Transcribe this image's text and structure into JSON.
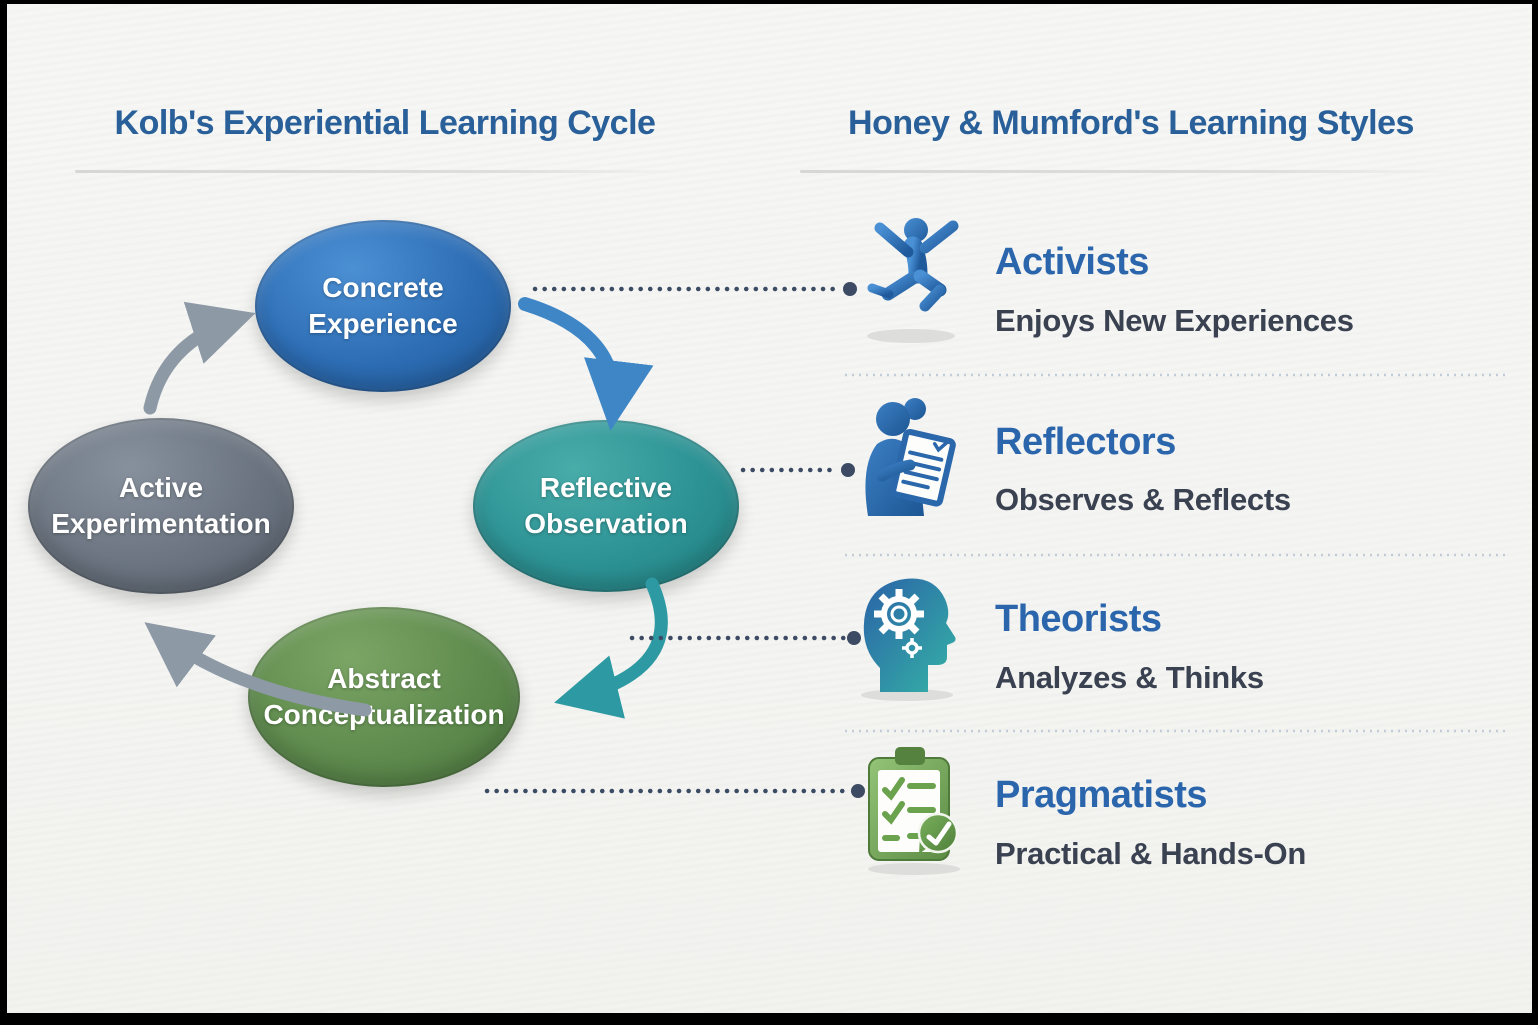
{
  "left_panel": {
    "title": "Kolb's Experiential Learning Cycle",
    "nodes": [
      {
        "id": "concrete-experience",
        "label": "Concrete\nExperience",
        "color": "#2d6db4"
      },
      {
        "id": "reflective-observation",
        "label": "Reflective\nObservation",
        "color": "#2d9294"
      },
      {
        "id": "abstract-conceptualization",
        "label": "Abstract\nConceptualization",
        "color": "#5f8b4e"
      },
      {
        "id": "active-experimentation",
        "label": "Active\nExperimentation",
        "color": "#6b7480"
      }
    ]
  },
  "right_panel": {
    "title": "Honey & Mumford's Learning Styles",
    "styles": [
      {
        "name": "Activists",
        "description": "Enjoys New Experiences",
        "icon": "jumping-person-icon",
        "icon_color": "#2e6cb2"
      },
      {
        "name": "Reflectors",
        "description": "Observes & Reflects",
        "icon": "person-reading-notes-icon",
        "icon_color": "#2e6cb2"
      },
      {
        "name": "Theorists",
        "description": "Analyzes & Thinks",
        "icon": "head-with-gear-icon",
        "icon_color": "#2a63a8"
      },
      {
        "name": "Pragmatists",
        "description": "Practical & Hands-On",
        "icon": "checklist-clipboard-icon",
        "icon_color": "#6aa24e"
      }
    ]
  },
  "colors": {
    "title_blue": "#2a6099",
    "heading_blue": "#2b66ad",
    "subtext_gray": "#3a4150",
    "connector_dots": "#3c4a63",
    "divider_dots": "#c2cbd8",
    "arrow_blue": "#3f86c6",
    "arrow_teal": "#2d9aa3",
    "arrow_gray": "#8e99a6",
    "background_paper": "#f5f5f3"
  }
}
